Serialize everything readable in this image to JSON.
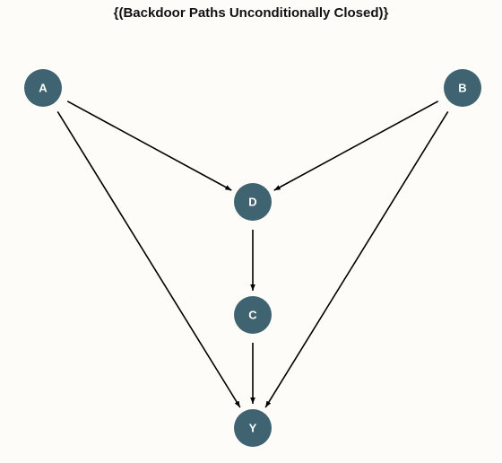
{
  "title": "{(Backdoor Paths Unconditionally Closed)}",
  "colors": {
    "background": "#fdfcf8",
    "node_fill": "#3f6370",
    "node_text": "#ffffff",
    "edge": "#000000",
    "title": "#111111"
  },
  "nodes": [
    {
      "id": "A",
      "label": "A"
    },
    {
      "id": "B",
      "label": "B"
    },
    {
      "id": "D",
      "label": "D"
    },
    {
      "id": "C",
      "label": "C"
    },
    {
      "id": "Y",
      "label": "Y"
    }
  ],
  "edges": [
    {
      "from": "A",
      "to": "D"
    },
    {
      "from": "A",
      "to": "Y"
    },
    {
      "from": "B",
      "to": "D"
    },
    {
      "from": "B",
      "to": "Y"
    },
    {
      "from": "D",
      "to": "C"
    },
    {
      "from": "C",
      "to": "Y"
    }
  ]
}
